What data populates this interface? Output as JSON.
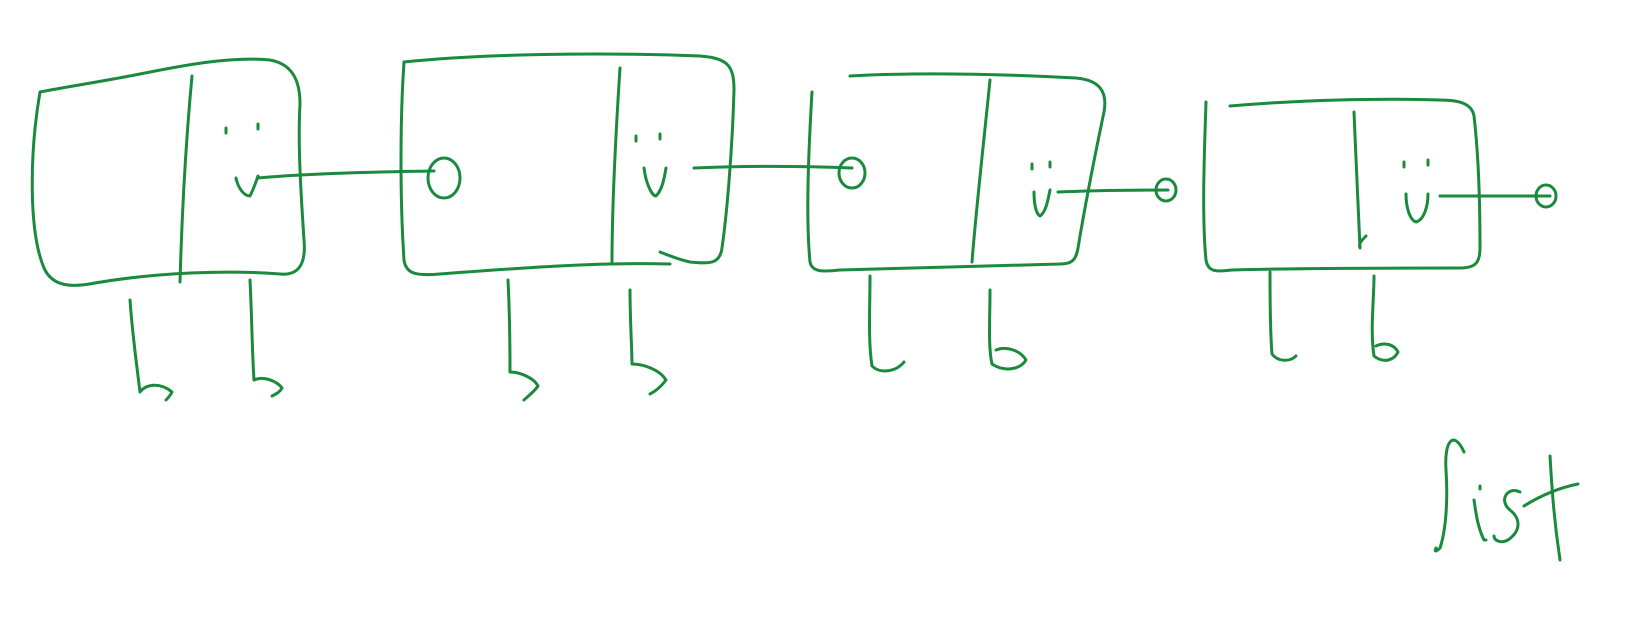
{
  "diagram": {
    "ink_color": "#1a8a3e",
    "background_color": "#ffffff",
    "label": "list",
    "nodes": [
      {
        "id": "node-1",
        "has_incoming_pointer": false,
        "has_outgoing_pointer": true
      },
      {
        "id": "node-2",
        "has_incoming_pointer": true,
        "has_outgoing_pointer": true
      },
      {
        "id": "node-3",
        "has_incoming_pointer": true,
        "has_outgoing_pointer": true
      },
      {
        "id": "node-4",
        "has_incoming_pointer": false,
        "has_outgoing_pointer": true
      }
    ]
  }
}
